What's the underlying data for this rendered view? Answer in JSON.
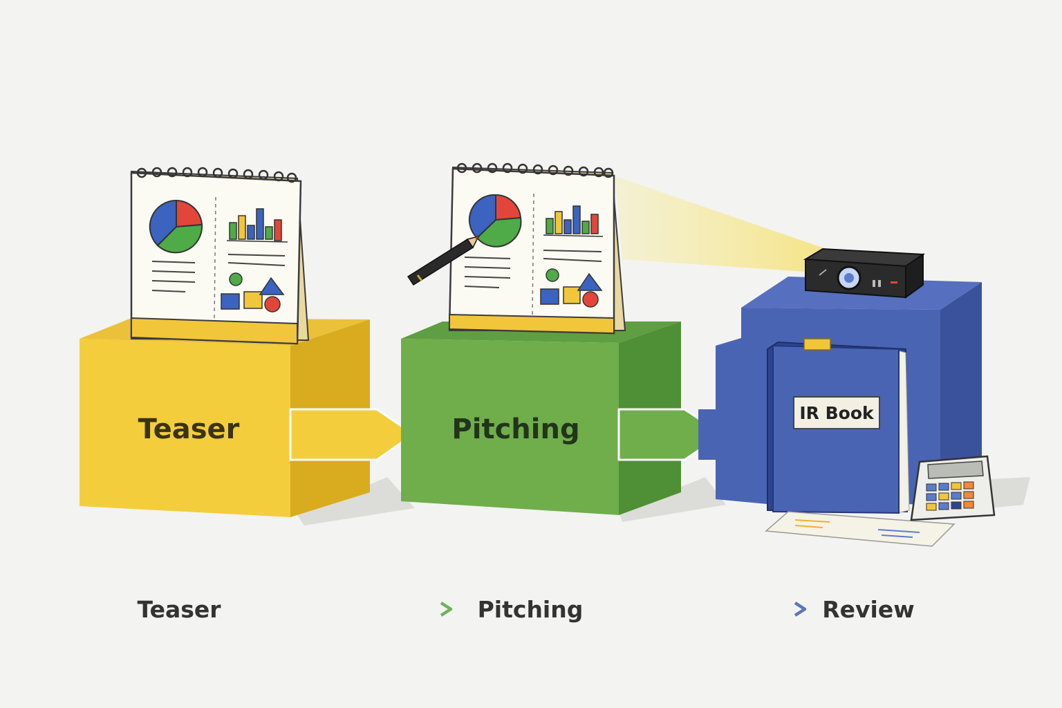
{
  "stages": {
    "teaser": {
      "label": "Teaser",
      "front_color": "#f3cd3c",
      "side_color": "#d9ab1f",
      "top_color": "#ecc13a"
    },
    "pitching": {
      "label": "Pitching",
      "front_color": "#6fae4b",
      "side_color": "#4f8f36",
      "top_color": "#5f9e42"
    },
    "review": {
      "front_color": "#4a64b4",
      "side_color": "#3a529c",
      "top_color": "#5670bf"
    }
  },
  "ir_book": {
    "label": "IR Book"
  },
  "timeline": {
    "steps": [
      "Teaser",
      "Pitching",
      "Review"
    ],
    "colors": [
      "#f2c83c",
      "#6fb25d",
      "#5b76bd"
    ]
  },
  "icons": [
    "desk-calendar-icon",
    "pie-chart-icon",
    "bar-chart-icon",
    "pencil-icon",
    "projector-icon",
    "book-icon",
    "calculator-icon",
    "document-icon",
    "arrow-right-icon"
  ]
}
